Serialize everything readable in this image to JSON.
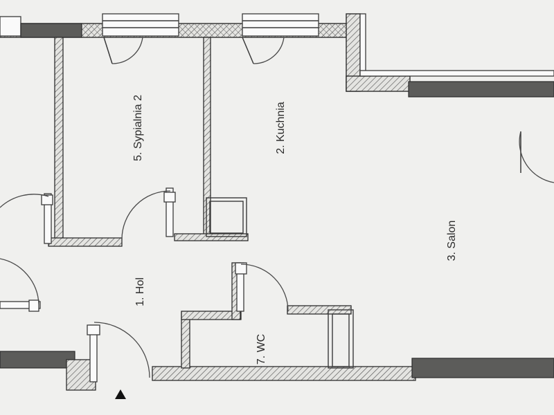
{
  "rooms": {
    "hol": "1. Hol",
    "kuchnia": "2. Kuchnia",
    "salon": "3. Salon",
    "sypialnia": "5. Sypialnia 2",
    "wc": "7. WC"
  },
  "colors": {
    "paper": "#f0f0ee",
    "wall_hatch": "#d2d2cf",
    "line": "#2d2d2d"
  },
  "icons": {
    "entrance": "entrance-arrow-icon"
  }
}
